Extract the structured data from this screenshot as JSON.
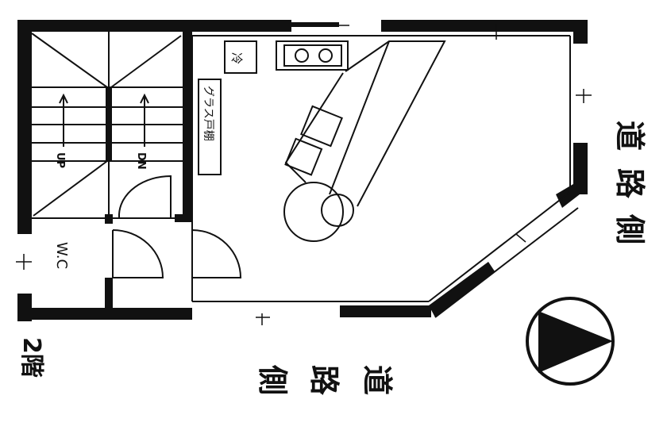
{
  "floor_label": "2階",
  "rooms": {
    "wc": "W.C",
    "stairs_up": "UP",
    "stairs_down": "DN",
    "fridge": "冷",
    "glass_cabinet": "グラス戸棚"
  },
  "road_side_right": [
    "道",
    "路",
    "側"
  ],
  "road_side_bottom": [
    "道",
    "路",
    "側"
  ],
  "compass": {
    "direction": "north",
    "pointing": "right"
  },
  "colors": {
    "ink": "#111111",
    "paper": "#ffffff"
  }
}
